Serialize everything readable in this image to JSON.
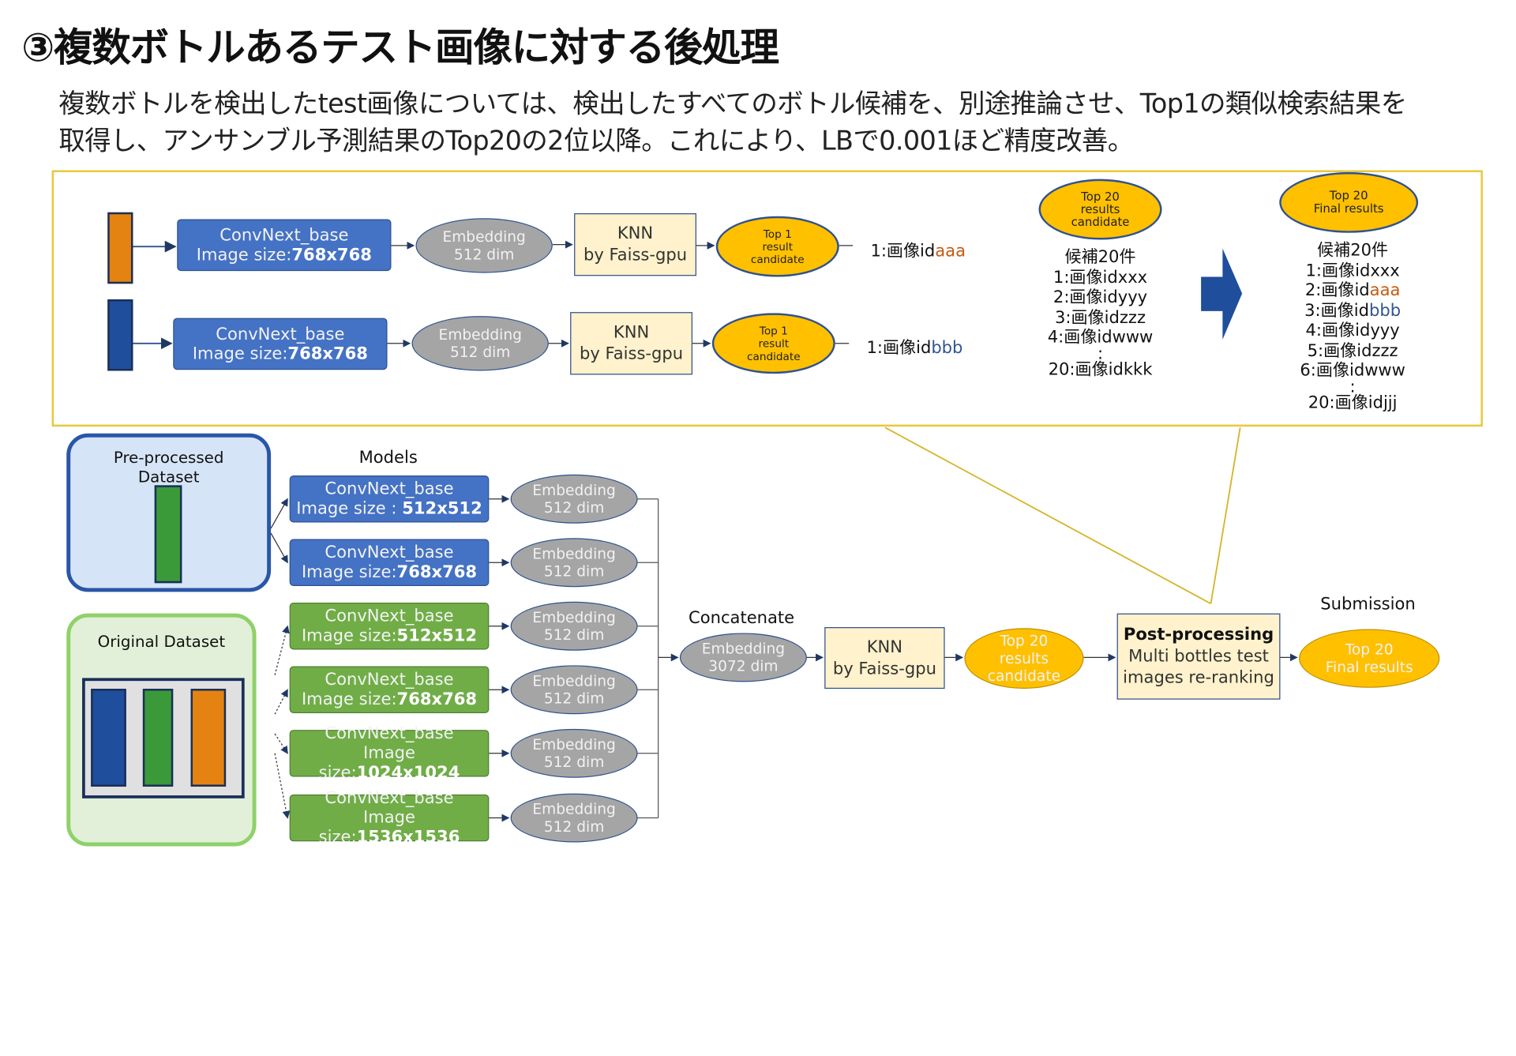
{
  "title": "③複数ボトルあるテスト画像に対する後処理",
  "subtitle_lines": [
    "複数ボトルを検出したtest画像については、検出したすべてのボトル候補を、別途推論させ、Top1の類似検索結果を",
    "取得し、アンサンブル予測結果のTop20の2位以降。これにより、LBで0.001ほど精度改善。"
  ],
  "panel": {
    "rows": [
      {
        "model_line1": "ConvNext_base",
        "model_line2_prefix": "Image size:",
        "model_line2_bold": "768x768",
        "embedding_line1": "Embedding",
        "embedding_line2": "512 dim",
        "knn_line1": "KNN",
        "knn_line2": "by Faiss-gpu",
        "result_line1": "Top 1",
        "result_line2": "result",
        "result_line3": "candidate",
        "output_prefix": "1:画像id",
        "output_highlight": "aaa",
        "bar_color": "#e48312"
      },
      {
        "model_line1": "ConvNext_base",
        "model_line2_prefix": "Image size:",
        "model_line2_bold": "768x768",
        "embedding_line1": "Embedding",
        "embedding_line2": "512 dim",
        "knn_line1": "KNN",
        "knn_line2": "by Faiss-gpu",
        "result_line1": "Top 1",
        "result_line2": "result",
        "result_line3": "candidate",
        "output_prefix": "1:画像id",
        "output_highlight": "bbb",
        "bar_color": "#1f4e9c"
      }
    ],
    "candidates": {
      "oval_line1": "Top 20",
      "oval_line2": "results",
      "oval_line3": "candidate",
      "heading": "候補20件",
      "items": [
        "1:画像idxxx",
        "2:画像idyyy",
        "3:画像idzzz",
        "4:画像idwww",
        ":",
        "20:画像idkkk"
      ]
    },
    "final": {
      "oval_line1": "Top 20",
      "oval_line2": "Final results",
      "heading": "候補20件",
      "items": [
        {
          "prefix": "1:画像id",
          "hl": "xxx",
          "color": ""
        },
        {
          "prefix": "2:画像id",
          "hl": "aaa",
          "color": "orange"
        },
        {
          "prefix": "3:画像id",
          "hl": "bbb",
          "color": "blue"
        },
        {
          "prefix": "4:画像id",
          "hl": "yyy",
          "color": ""
        },
        {
          "prefix": "5:画像id",
          "hl": "zzz",
          "color": ""
        },
        {
          "prefix": "6:画像id",
          "hl": "www",
          "color": ""
        },
        {
          "prefix": ":",
          "hl": "",
          "color": ""
        },
        {
          "prefix": "20:画像id",
          "hl": "jjj",
          "color": ""
        }
      ]
    }
  },
  "pipeline": {
    "preprocessed_label_line1": "Pre-processed",
    "preprocessed_label_line2": "Dataset",
    "original_label": "Original Dataset",
    "models_label": "Models",
    "models": [
      {
        "line1": "ConvNext_base",
        "prefix": "Image size : ",
        "bold": "512x512",
        "kind": "blue"
      },
      {
        "line1": "ConvNext_base",
        "prefix": "Image size:",
        "bold": "768x768",
        "kind": "blue"
      },
      {
        "line1": "ConvNext_base",
        "prefix": "Image size:",
        "bold": "512x512",
        "kind": "green"
      },
      {
        "line1": "ConvNext_base",
        "prefix": "Image size:",
        "bold": "768x768",
        "kind": "green"
      },
      {
        "line1": "ConvNext_base",
        "prefix": "Image size:",
        "bold": "1024x1024",
        "kind": "green"
      },
      {
        "line1": "ConvNext_base",
        "prefix": "Image size:",
        "bold": "1536x1536",
        "kind": "green"
      }
    ],
    "embedding_line1": "Embedding",
    "embedding_line2": "512 dim",
    "concatenate_label": "Concatenate",
    "concat_line1": "Embedding",
    "concat_line2": "3072 dim",
    "knn_line1": "KNN",
    "knn_line2": "by Faiss-gpu",
    "top20_line1": "Top 20",
    "top20_line2": "results",
    "top20_line3": "candidate",
    "post_line1": "Post-processing",
    "post_line2": "Multi bottles test",
    "post_line3": "images re-ranking",
    "submission_label": "Submission",
    "final_line1": "Top 20",
    "final_line2": "Final results"
  },
  "colors": {
    "blue": "#4472c4",
    "green": "#70ad47",
    "yellow": "#ffc000",
    "knn_fill": "#fff2cc",
    "panel_border": "#e8c83a",
    "arrow_blue": "#1f4e9c",
    "orange": "#e48312"
  }
}
